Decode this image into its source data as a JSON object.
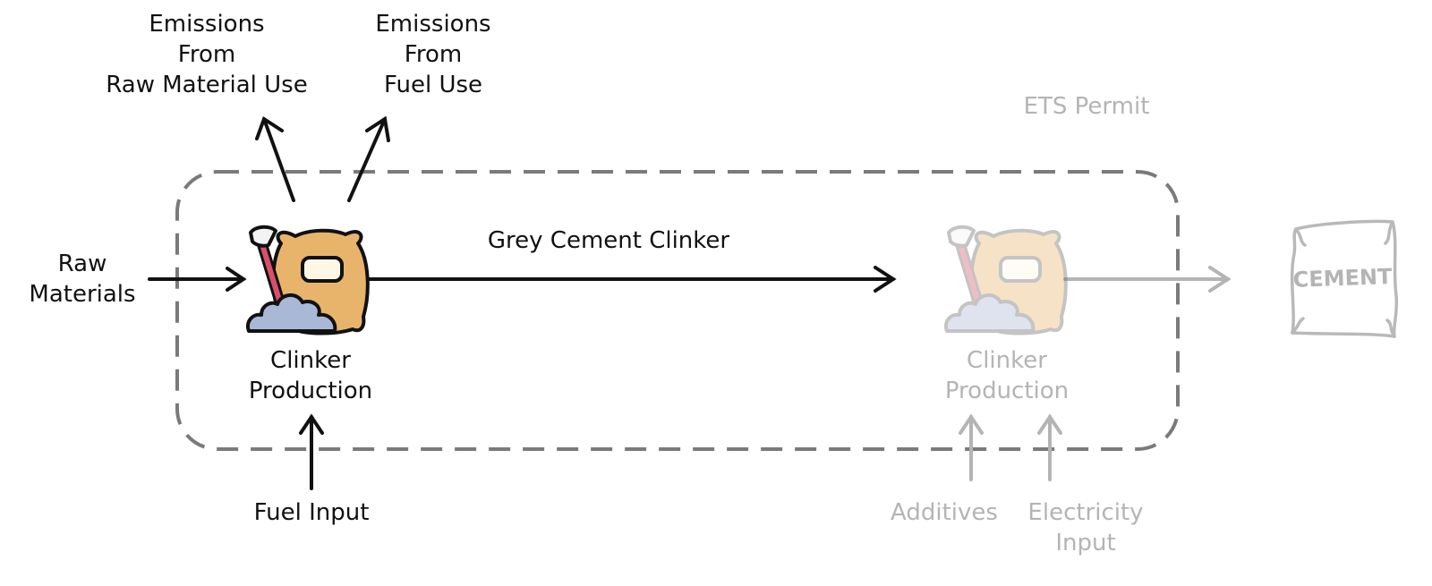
{
  "labels": {
    "emissions_raw": [
      "Emissions",
      "From",
      "Raw Material Use"
    ],
    "emissions_fuel": [
      "Emissions",
      "From",
      "Fuel Use"
    ],
    "ets_permit": "ETS Permit",
    "raw_materials": [
      "Raw",
      "Materials"
    ],
    "grey_cement_clinker": "Grey Cement Clinker",
    "clinker_production": [
      "Clinker",
      "Production"
    ],
    "clinker_production_dim": [
      "Clinker",
      "Production"
    ],
    "fuel_input": "Fuel Input",
    "additives": "Additives",
    "electricity_input": [
      "Electricity",
      "Input"
    ],
    "cement_bag": "CEMENT"
  },
  "colors": {
    "arrow": "#111111",
    "dim": "#b4b4b4",
    "boundary": "#7a7a7a",
    "bag_fill": "#e8b46c",
    "pile_fill": "#a9b8d6",
    "shovel_handle": "#d9506a"
  },
  "icons": {
    "clinker_icon": "clinker-sack-shovel-icon",
    "cement_bag_icon": "cement-bag-icon"
  }
}
